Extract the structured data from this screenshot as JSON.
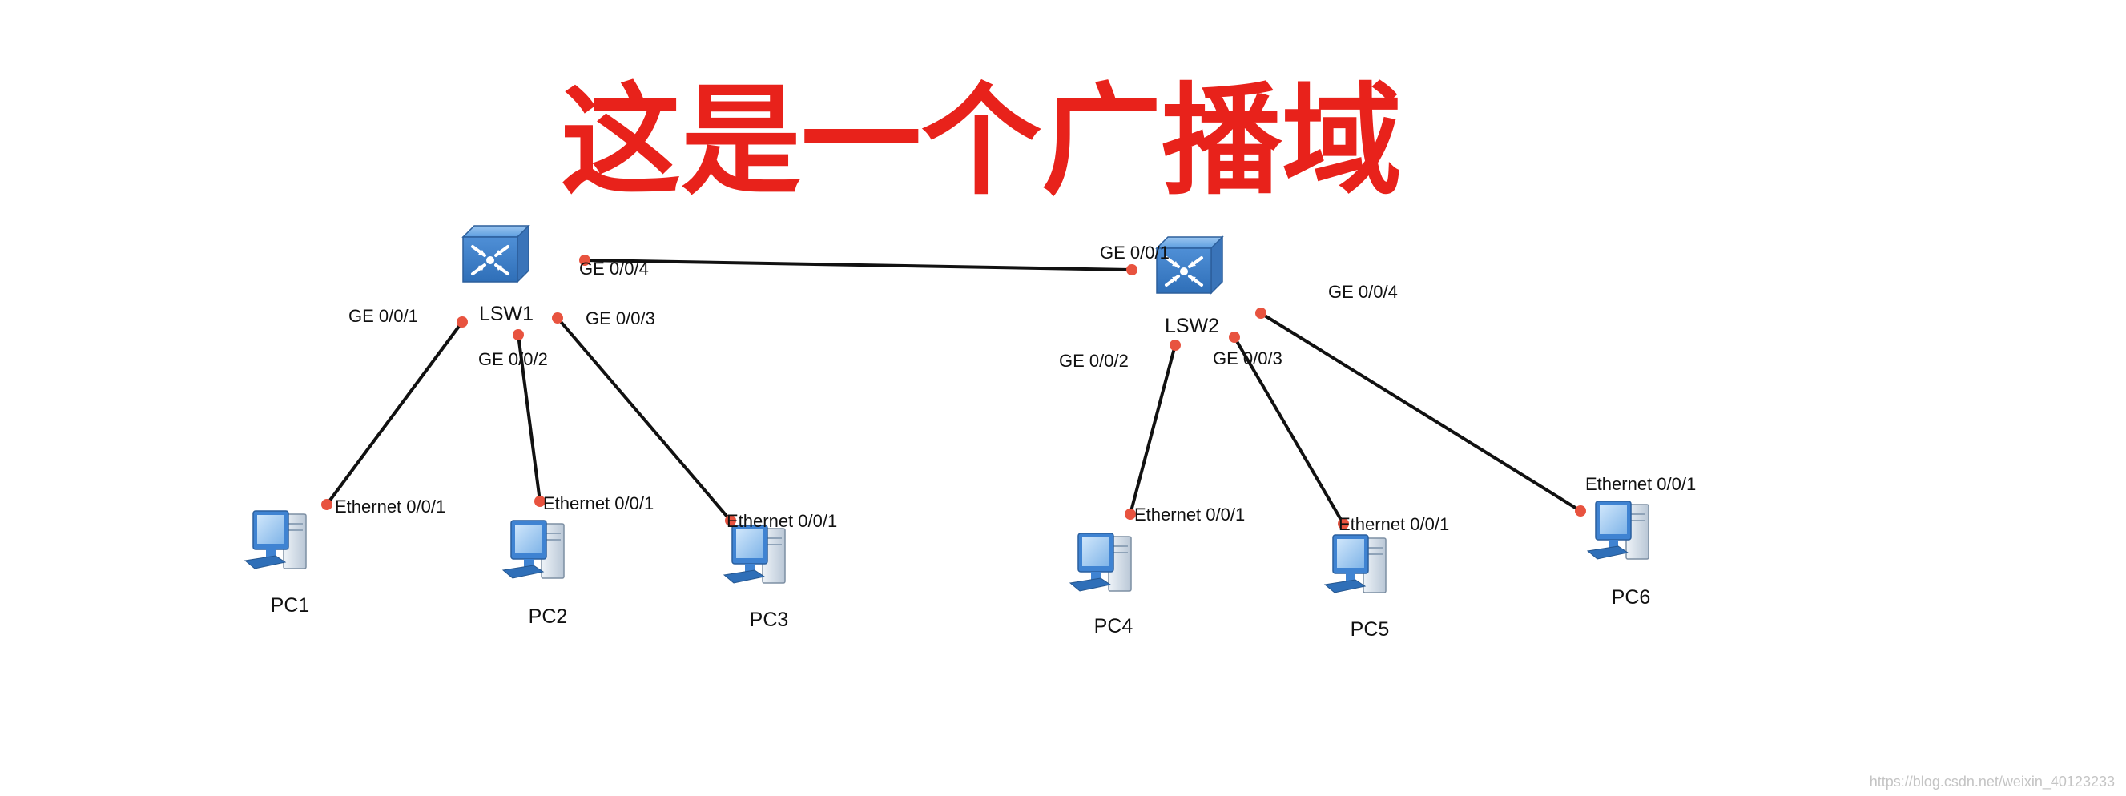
{
  "title": "这是一个广播域",
  "watermark": "https://blog.csdn.net/weixin_40123233",
  "colors": {
    "title": "#e8221b",
    "port_dot": "#e8533f",
    "link": "#111111",
    "switch": "#4f8fd6",
    "pc": "#3f83d2"
  },
  "switches": [
    {
      "id": "LSW1",
      "label": "LSW1",
      "icon": "switch-icon"
    },
    {
      "id": "LSW2",
      "label": "LSW2",
      "icon": "switch-icon"
    }
  ],
  "pcs": [
    {
      "id": "PC1",
      "label": "PC1",
      "icon": "pc-icon"
    },
    {
      "id": "PC2",
      "label": "PC2",
      "icon": "pc-icon"
    },
    {
      "id": "PC3",
      "label": "PC3",
      "icon": "pc-icon"
    },
    {
      "id": "PC4",
      "label": "PC4",
      "icon": "pc-icon"
    },
    {
      "id": "PC5",
      "label": "PC5",
      "icon": "pc-icon"
    },
    {
      "id": "PC6",
      "label": "PC6",
      "icon": "pc-icon"
    }
  ],
  "links": [
    {
      "from": "LSW1",
      "from_port": "GE 0/0/4",
      "to": "LSW2",
      "to_port": "GE 0/0/1"
    },
    {
      "from": "LSW1",
      "from_port": "GE 0/0/1",
      "to": "PC1",
      "to_port": "Ethernet 0/0/1"
    },
    {
      "from": "LSW1",
      "from_port": "GE 0/0/2",
      "to": "PC2",
      "to_port": "Ethernet 0/0/1"
    },
    {
      "from": "LSW1",
      "from_port": "GE 0/0/3",
      "to": "PC3",
      "to_port": "Ethernet 0/0/1"
    },
    {
      "from": "LSW2",
      "from_port": "GE 0/0/2",
      "to": "PC4",
      "to_port": "Ethernet 0/0/1"
    },
    {
      "from": "LSW2",
      "from_port": "GE 0/0/3",
      "to": "PC5",
      "to_port": "Ethernet 0/0/1"
    },
    {
      "from": "LSW2",
      "from_port": "GE 0/0/4",
      "to": "PC6",
      "to_port": "Ethernet 0/0/1"
    }
  ]
}
